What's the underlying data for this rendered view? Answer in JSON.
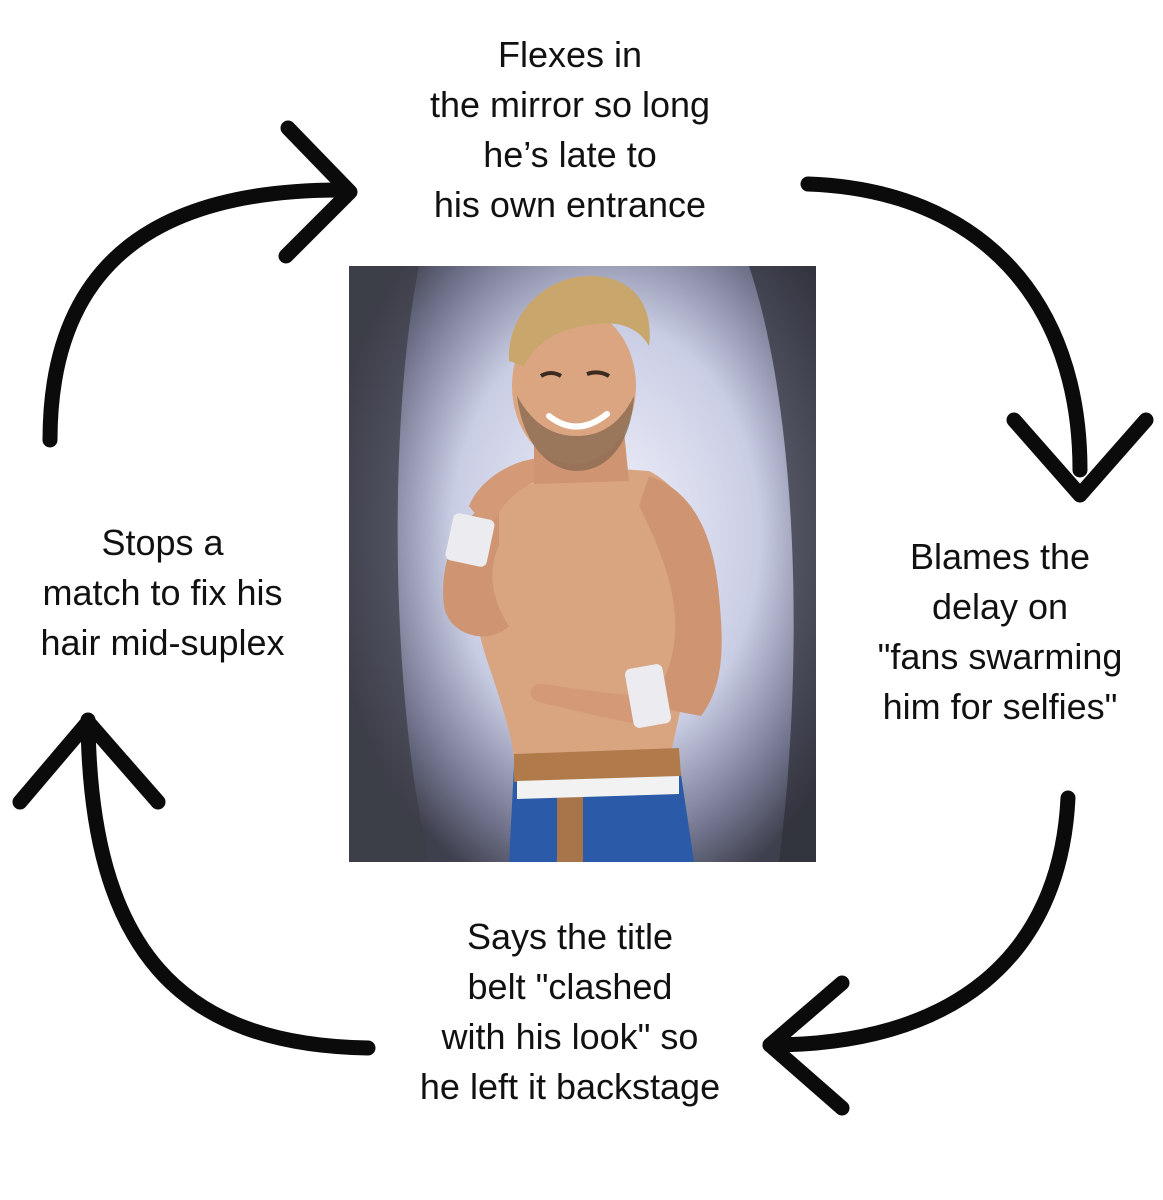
{
  "diagram": {
    "type": "cycle",
    "steps": [
      {
        "id": "top",
        "lines": [
          "Flexes in",
          "the mirror so long",
          "he’s late to",
          "his own entrance"
        ]
      },
      {
        "id": "right",
        "lines": [
          "Blames the",
          "delay on",
          "\"fans swarming",
          "him for selfies\""
        ]
      },
      {
        "id": "bottom",
        "lines": [
          "Says the title",
          "belt \"clashed",
          "with his look\" so",
          "he left it backstage"
        ]
      },
      {
        "id": "left",
        "lines": [
          "Stops a",
          "match to fix his",
          "hair mid-suplex"
        ]
      }
    ]
  },
  "colors": {
    "arrow": "#0b0b0b",
    "text": "#111111",
    "background": "#ffffff"
  }
}
